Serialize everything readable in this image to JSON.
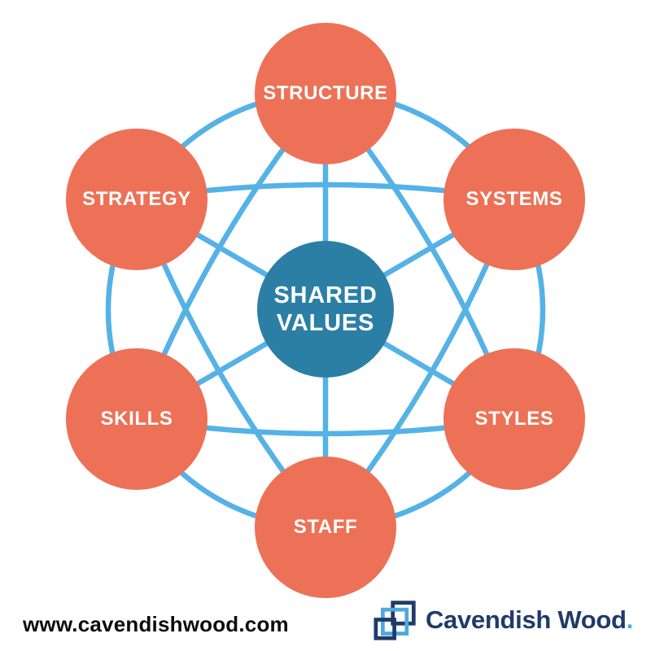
{
  "diagram": {
    "center": {
      "label_line1": "SHARED",
      "label_line2": "VALUES"
    },
    "nodes": [
      {
        "id": "structure",
        "label": "STRUCTURE"
      },
      {
        "id": "strategy",
        "label": "STRATEGY"
      },
      {
        "id": "systems",
        "label": "SYSTEMS"
      },
      {
        "id": "skills",
        "label": "SKILLS"
      },
      {
        "id": "styles",
        "label": "STYLES"
      },
      {
        "id": "staff",
        "label": "STAFF"
      }
    ],
    "colors": {
      "node_orange": "#ED7156",
      "center_teal": "#2B7FA5",
      "line_blue": "#55B2E7"
    }
  },
  "footer": {
    "website": "www.cavendishwood.com",
    "brand_name": "Cavendish Wood",
    "brand_period": ".",
    "colors": {
      "brand_navy": "#1F3B69",
      "brand_light_blue": "#4FA8DE"
    }
  }
}
